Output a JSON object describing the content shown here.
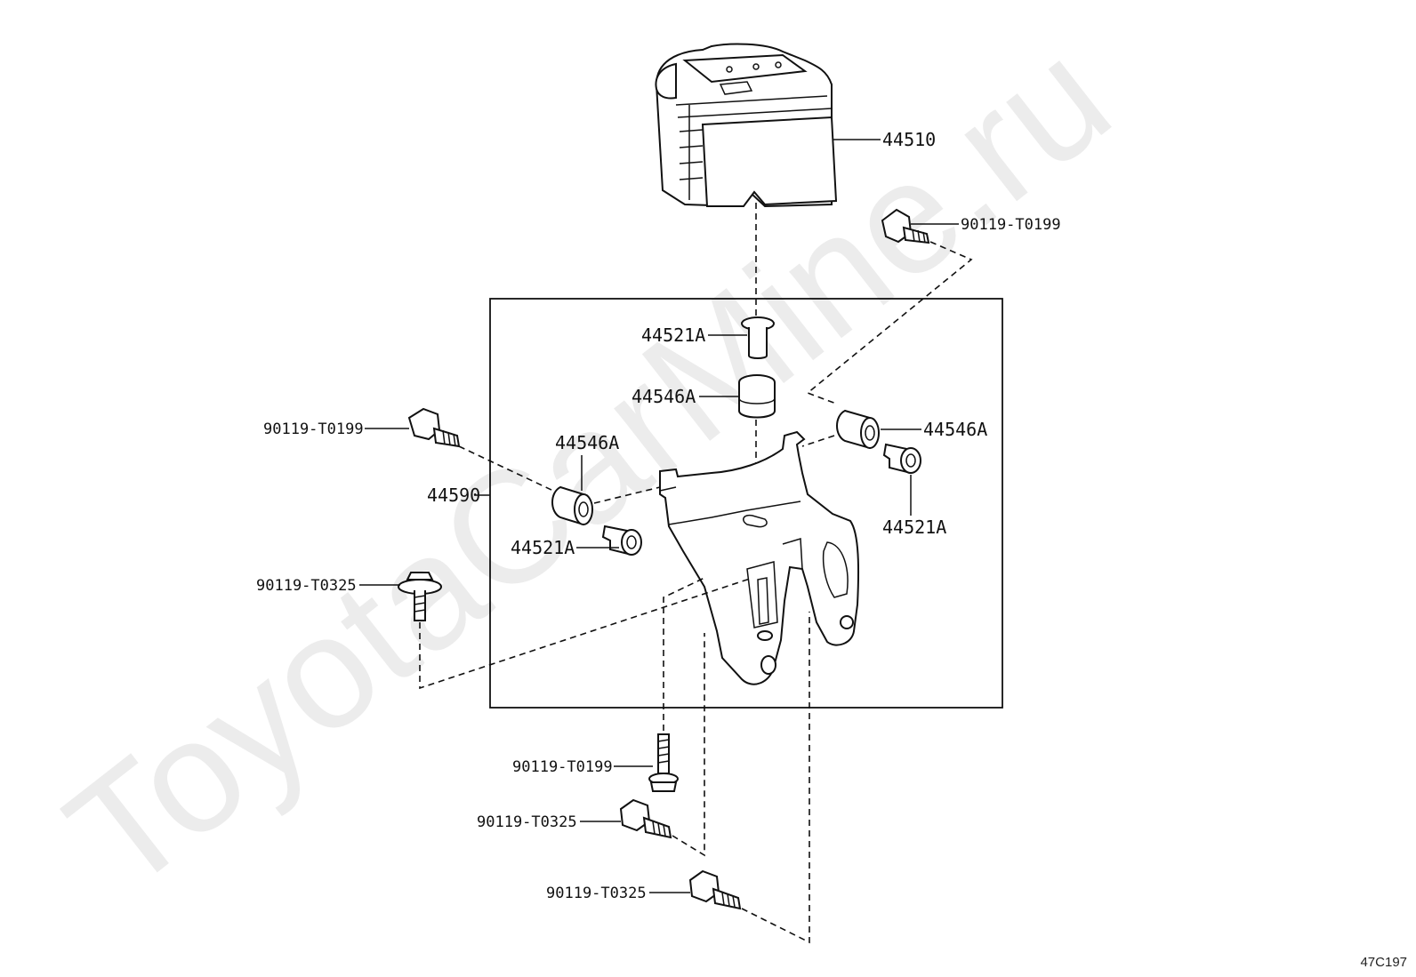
{
  "watermark": "ToyotaCarMine.ru",
  "figure_code": "47C197",
  "parts": {
    "actuator": "44510",
    "bolt_top_right": "90119-T0199",
    "collar_center": "44521A",
    "cushion_center": "44546A",
    "bolt_left": "90119-T0199",
    "cushion_left": "44546A",
    "bracket": "44590",
    "collar_left": "44521A",
    "cushion_right": "44546A",
    "collar_right": "44521A",
    "bolt_left_lower": "90119-T0325",
    "bolt_bottom_1": "90119-T0199",
    "bolt_bottom_2": "90119-T0325",
    "bolt_bottom_3": "90119-T0325"
  }
}
